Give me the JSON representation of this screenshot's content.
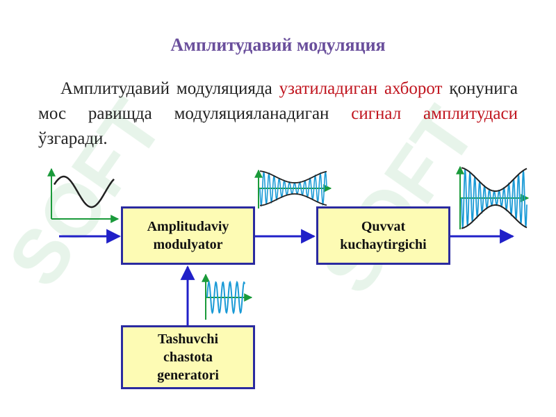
{
  "title": "Амплитудавий модуляция",
  "paragraph": {
    "p1": "Амплитудавий модуляцияда ",
    "h1": "узатиладиган ахборот",
    "p2": " қонунига мос равищда модуляцияланадиган ",
    "h2": "сигнал амплитудаси",
    "p3": " ўзгаради."
  },
  "blocks": {
    "modulator": [
      "Amplitudaviy",
      "modulyator"
    ],
    "amplifier": [
      "Quvvat",
      "kuchaytirgichi"
    ],
    "generator": [
      "Tashuvchi",
      "chastota",
      "generatori"
    ]
  },
  "colors": {
    "block_fill": "#fdfbb4",
    "block_border": "#2a2aa0",
    "arrow": "#2020c8",
    "axis": "#1a9a3a",
    "wave_message": "#222222",
    "wave_carrier": "#1a9ad6",
    "highlight": "#c0141e",
    "title": "#6a4f9c"
  },
  "icons": {
    "axis_arrow": "arrowhead",
    "signal_arrow": "arrowhead"
  }
}
